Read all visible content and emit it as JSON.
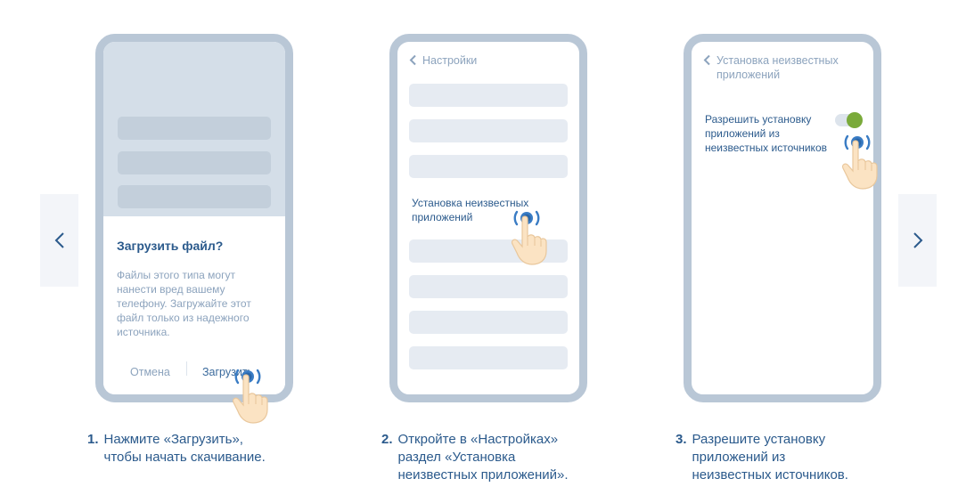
{
  "phone1": {
    "dialog_title": "Загрузить файл?",
    "dialog_body": "Файлы этого типа могут нанести вред вашему телефону. Загружайте этот файл только из надежного источника.",
    "cancel_label": "Отмена",
    "upload_label": "Загрузить"
  },
  "phone2": {
    "back_label": "Настройки",
    "target_item": "Установка неизвестных приложений"
  },
  "phone3": {
    "back_label": "Установка неизвестных приложений",
    "permission_label": "Разрешить установку приложений из неизвестных источников",
    "toggle_on": true
  },
  "steps": [
    {
      "number": "1.",
      "text": "Нажмите «Загрузить»,\nчтобы начать скачивание."
    },
    {
      "number": "2.",
      "text": "Откройте в «Настройках»\nраздел «Установка\nнеизвестных приложений»."
    },
    {
      "number": "3.",
      "text": "Разрешите установку\nприложений из\nнеизвестных источников."
    }
  ],
  "colors": {
    "accent": "#2b5a8c",
    "phone_frame": "#b9c7d6",
    "muted_text": "#8ca3bd",
    "toggle_on": "#7aaa3a",
    "tap_ring": "#3a7cc4"
  },
  "icons": {
    "prev": "chevron-left-icon",
    "next": "chevron-right-icon",
    "back": "chevron-left-icon",
    "tap": "tap-hand-icon"
  }
}
